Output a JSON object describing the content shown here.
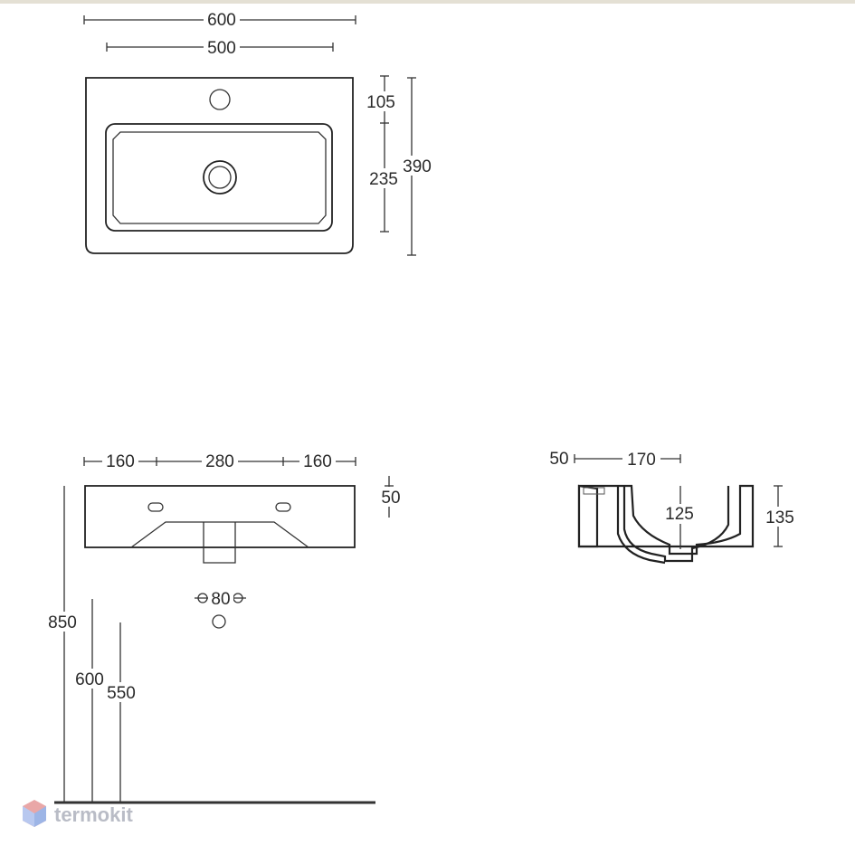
{
  "top_view": {
    "width_overall": "600",
    "width_basin": "500",
    "depth_tap_hole": "105",
    "depth_basin": "235",
    "depth_overall": "390"
  },
  "front_view": {
    "left_segment": "160",
    "center_segment": "280",
    "right_segment": "160",
    "height_top": "50",
    "pipe_spacing": "80",
    "height_mount": "850",
    "height_600": "600",
    "height_550": "550"
  },
  "side_view": {
    "rim_offset": "50",
    "depth": "170",
    "basin_depth": "125",
    "total_height": "135"
  },
  "watermark": {
    "brand": "termokit"
  }
}
